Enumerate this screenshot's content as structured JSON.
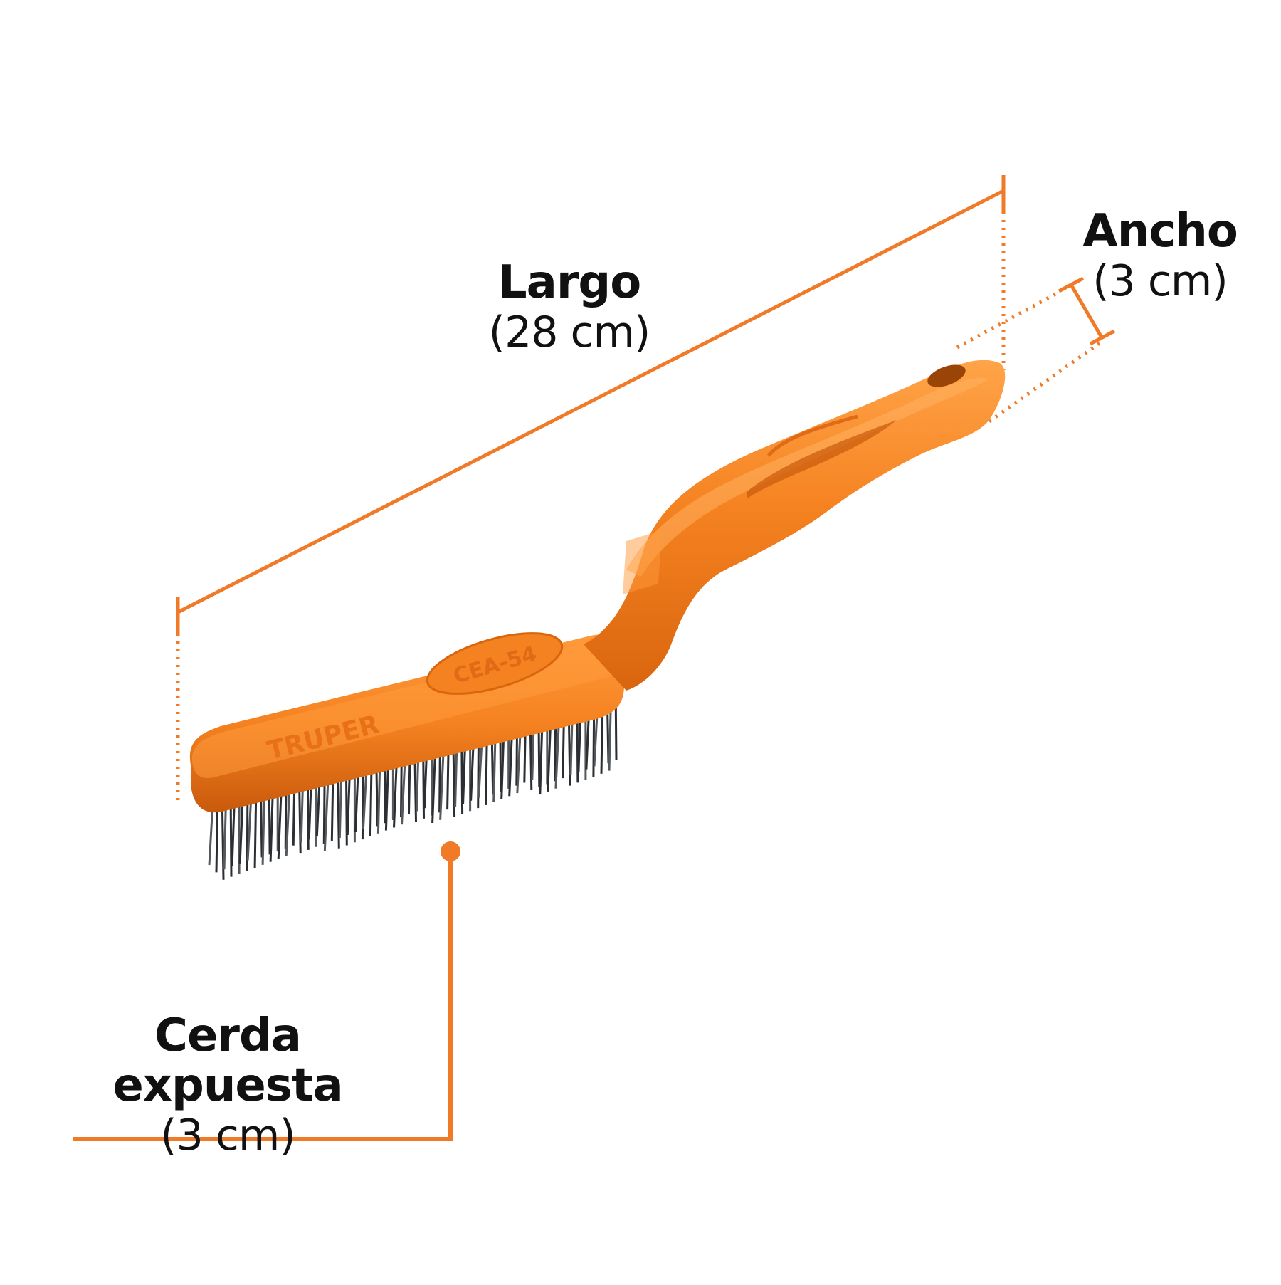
{
  "dimensions": {
    "largo": {
      "title": "Largo",
      "value": "(28 cm)"
    },
    "ancho": {
      "title": "Ancho",
      "value": "(3 cm)"
    },
    "cerda": {
      "title": "Cerda expuesta",
      "value": "(3 cm)"
    }
  },
  "product": {
    "brand_mark": "TRUPER",
    "model_mark": "CEA-54"
  },
  "colors": {
    "accent": "#F07A28",
    "handle": "#F58220",
    "handle_shadow": "#D9650F",
    "handle_highlight": "#FFA449",
    "bristles": "#2B2F33"
  }
}
